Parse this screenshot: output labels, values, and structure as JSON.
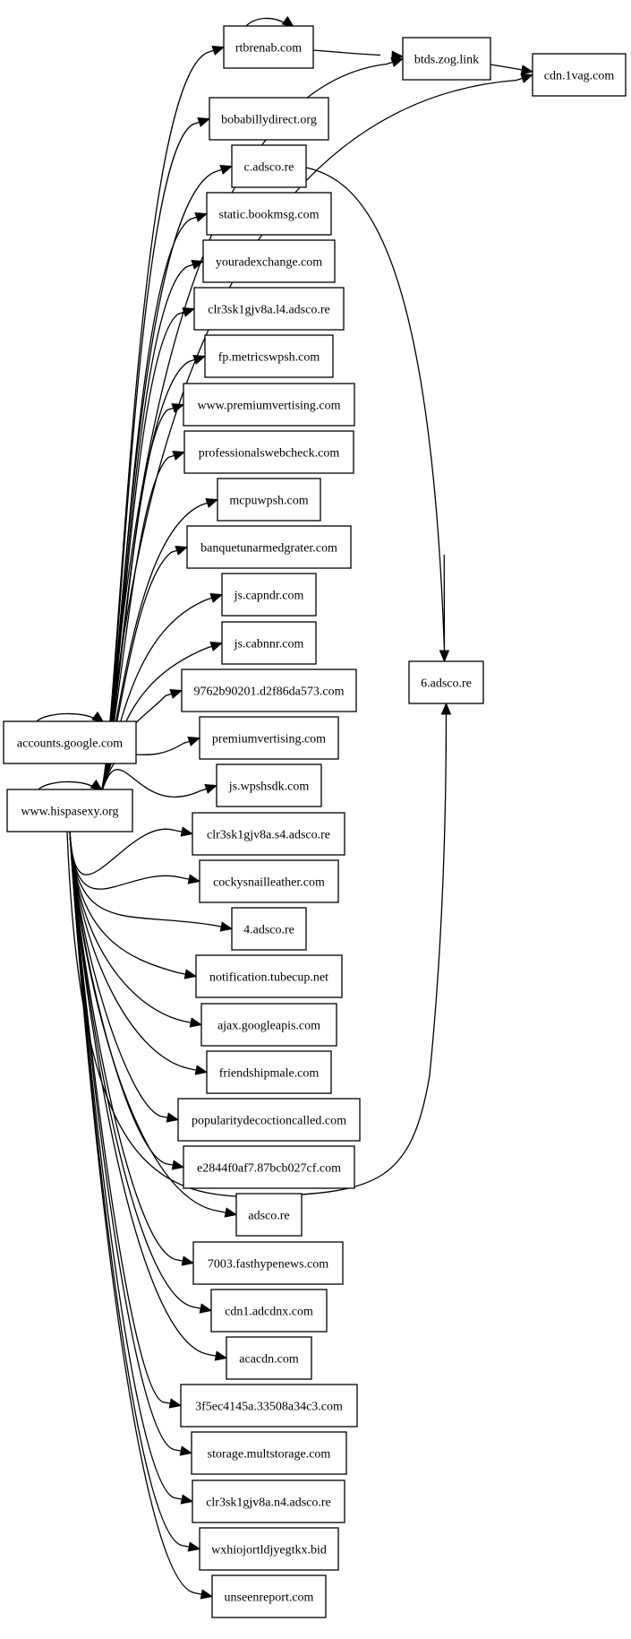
{
  "diagram": {
    "type": "directed-graph",
    "nodes": [
      {
        "id": "rtbrenab",
        "label": "rtbrenab.com"
      },
      {
        "id": "btds",
        "label": "btds.zog.link"
      },
      {
        "id": "cdn1vag",
        "label": "cdn.1vag.com"
      },
      {
        "id": "bobabilly",
        "label": "bobabillydirect.org"
      },
      {
        "id": "cadsco",
        "label": "c.adsco.re"
      },
      {
        "id": "bookmsg",
        "label": "static.bookmsg.com"
      },
      {
        "id": "youradex",
        "label": "youradexchange.com"
      },
      {
        "id": "clrl4",
        "label": "clr3sk1gjv8a.l4.adsco.re"
      },
      {
        "id": "fpmetrics",
        "label": "fp.metricswpsh.com"
      },
      {
        "id": "wwwpremium",
        "label": "www.premiumvertising.com"
      },
      {
        "id": "profweb",
        "label": "professionalswebcheck.com"
      },
      {
        "id": "mcpuwpsh",
        "label": "mcpuwpsh.com"
      },
      {
        "id": "banquet",
        "label": "banquetunarmedgrater.com"
      },
      {
        "id": "capndr",
        "label": "js.capndr.com"
      },
      {
        "id": "cabnnr",
        "label": "js.cabnnr.com"
      },
      {
        "id": "hash9762",
        "label": "9762b90201.d2f86da573.com"
      },
      {
        "id": "sixadsco",
        "label": "6.adsco.re"
      },
      {
        "id": "accounts",
        "label": "accounts.google.com"
      },
      {
        "id": "premium",
        "label": "premiumvertising.com"
      },
      {
        "id": "hispasexy",
        "label": "www.hispasexy.org"
      },
      {
        "id": "wpshsdk",
        "label": "js.wpshsdk.com"
      },
      {
        "id": "clrs4",
        "label": "clr3sk1gjv8a.s4.adsco.re"
      },
      {
        "id": "cockysnail",
        "label": "cockysnailleather.com"
      },
      {
        "id": "fouradsco",
        "label": "4.adsco.re"
      },
      {
        "id": "tubecup",
        "label": "notification.tubecup.net"
      },
      {
        "id": "ajax",
        "label": "ajax.googleapis.com"
      },
      {
        "id": "friendship",
        "label": "friendshipmale.com"
      },
      {
        "id": "popularity",
        "label": "popularitydecoctioncalled.com"
      },
      {
        "id": "hashe284",
        "label": "e2844f0af7.87bcb027cf.com"
      },
      {
        "id": "adsco",
        "label": "adsco.re"
      },
      {
        "id": "fasthype",
        "label": "7003.fasthypenews.com"
      },
      {
        "id": "adcdnx",
        "label": "cdn1.adcdnx.com"
      },
      {
        "id": "acacdn",
        "label": "acacdn.com"
      },
      {
        "id": "hash3f5e",
        "label": "3f5ec4145a.33508a34c3.com"
      },
      {
        "id": "storage",
        "label": "storage.multstorage.com"
      },
      {
        "id": "clrn4",
        "label": "clr3sk1gjv8a.n4.adsco.re"
      },
      {
        "id": "wxhio",
        "label": "wxhiojortldjyegtkx.bid"
      },
      {
        "id": "unseen",
        "label": "unseenreport.com"
      }
    ],
    "edges": [
      [
        "rtbrenab",
        "rtbrenab"
      ],
      [
        "rtbrenab",
        "btds"
      ],
      [
        "btds",
        "cdn1vag"
      ],
      [
        "cadsco",
        "sixadsco"
      ],
      [
        "accounts",
        "accounts"
      ],
      [
        "hispasexy",
        "hispasexy"
      ],
      [
        "hispasexy",
        "rtbrenab"
      ],
      [
        "hispasexy",
        "btds"
      ],
      [
        "hispasexy",
        "cdn1vag"
      ],
      [
        "hispasexy",
        "bobabilly"
      ],
      [
        "hispasexy",
        "cadsco"
      ],
      [
        "hispasexy",
        "bookmsg"
      ],
      [
        "hispasexy",
        "youradex"
      ],
      [
        "hispasexy",
        "clrl4"
      ],
      [
        "hispasexy",
        "fpmetrics"
      ],
      [
        "hispasexy",
        "wwwpremium"
      ],
      [
        "hispasexy",
        "profweb"
      ],
      [
        "hispasexy",
        "mcpuwpsh"
      ],
      [
        "hispasexy",
        "banquet"
      ],
      [
        "hispasexy",
        "capndr"
      ],
      [
        "hispasexy",
        "cabnnr"
      ],
      [
        "hispasexy",
        "hash9762"
      ],
      [
        "hispasexy",
        "premium"
      ],
      [
        "hispasexy",
        "wpshsdk"
      ],
      [
        "hispasexy",
        "clrs4"
      ],
      [
        "hispasexy",
        "cockysnail"
      ],
      [
        "hispasexy",
        "fouradsco"
      ],
      [
        "hispasexy",
        "tubecup"
      ],
      [
        "hispasexy",
        "ajax"
      ],
      [
        "hispasexy",
        "friendship"
      ],
      [
        "hispasexy",
        "popularity"
      ],
      [
        "hispasexy",
        "hashe284"
      ],
      [
        "hispasexy",
        "sixadsco"
      ],
      [
        "hispasexy",
        "adsco"
      ],
      [
        "hispasexy",
        "fasthype"
      ],
      [
        "hispasexy",
        "adcdnx"
      ],
      [
        "hispasexy",
        "acacdn"
      ],
      [
        "hispasexy",
        "hash3f5e"
      ],
      [
        "hispasexy",
        "storage"
      ],
      [
        "hispasexy",
        "clrn4"
      ],
      [
        "hispasexy",
        "wxhio"
      ],
      [
        "hispasexy",
        "unseen"
      ]
    ]
  }
}
